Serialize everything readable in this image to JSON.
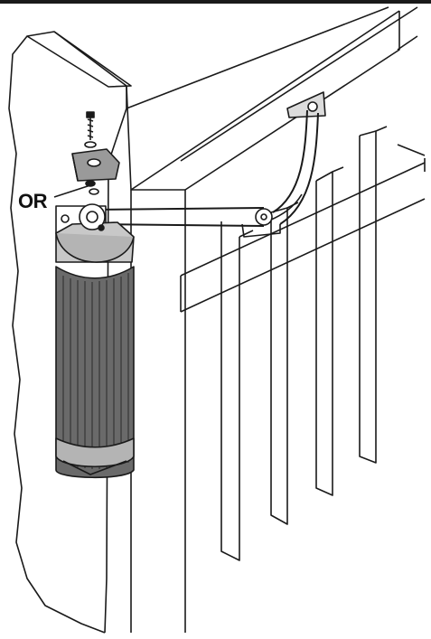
{
  "figure": {
    "callout_label": "OR",
    "palette": {
      "line": "#1a1a1a",
      "motor_dark": "#5f5f5f",
      "motor_mid": "#8a8a8a",
      "motor_light": "#c8c8c8",
      "bracket": "#9a9a9a",
      "paper": "#ffffff"
    },
    "parts": [
      "bolt-icon",
      "washer-icon",
      "mounting-bracket",
      "gate-opener-motor",
      "articulated-arm",
      "gate-bracket",
      "gate-post",
      "gate-pales"
    ]
  }
}
